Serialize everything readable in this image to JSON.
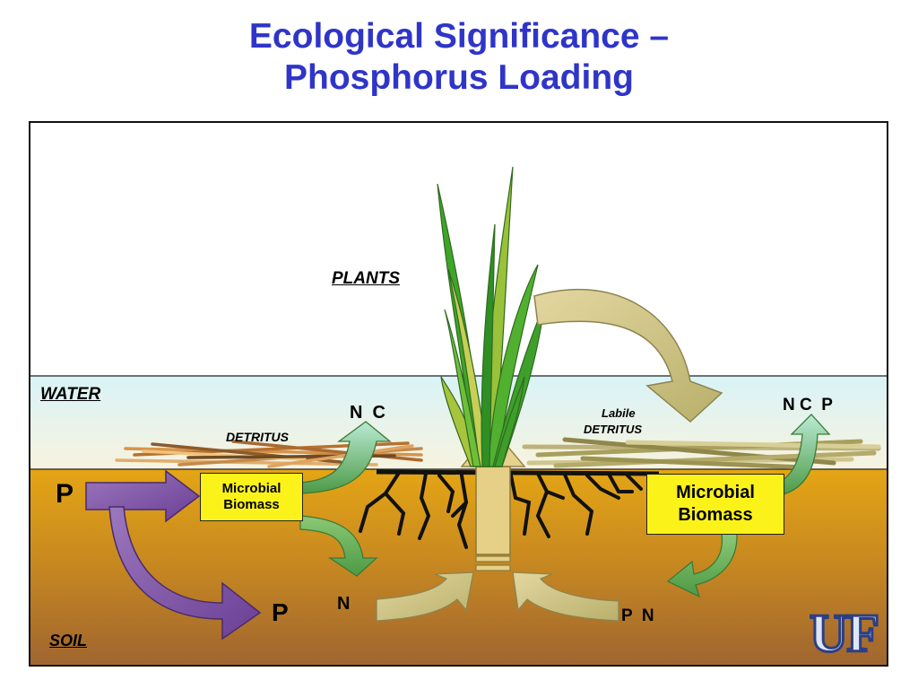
{
  "title": {
    "line1": "Ecological Significance –",
    "line2": "Phosphorus Loading"
  },
  "zones": {
    "plants": "PLANTS",
    "water": "WATER",
    "soil": "SOIL"
  },
  "labels": {
    "detritus_left": "DETRITUS",
    "labile_line1": "Labile",
    "labile_line2": "DETRITUS",
    "nc_left": "N  C",
    "ncp_right": "N C  P",
    "p_input": "P",
    "p_soil": "P",
    "n_soil": "N",
    "pn_soil": "P  N"
  },
  "microbial_left": {
    "line1": "Microbial",
    "line2": "Biomass"
  },
  "microbial_right": {
    "line1": "Microbial",
    "line2": "Biomass"
  },
  "logo": "UF",
  "colors": {
    "title": "#2f35c8",
    "water": "#e6f6f8",
    "soil_top": "#e3a419",
    "soil_bottom": "#a0642a",
    "microbial_box": "#fbf21a",
    "p_arrow": "#7d53a3",
    "green_arrow": "#66b25a",
    "tan_arrow": "#d7c57e"
  }
}
